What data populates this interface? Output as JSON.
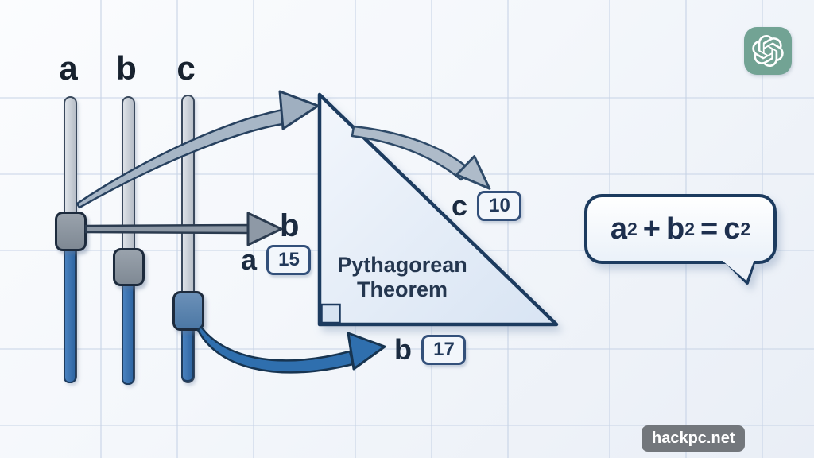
{
  "sliders": {
    "items": [
      {
        "label": "a",
        "value": "15"
      },
      {
        "label": "b",
        "value": "17"
      },
      {
        "label": "c",
        "value": "10"
      }
    ]
  },
  "triangle": {
    "title_line1": "Pythagorean",
    "title_line2": "Theorem"
  },
  "callouts": {
    "a_label": "a",
    "b_label": "b",
    "c_label": "c",
    "b_pointer": "b"
  },
  "formula": {
    "segments": [
      {
        "base": "a",
        "sup": "2"
      },
      {
        "op": "+"
      },
      {
        "base": "b",
        "sup": "2"
      },
      {
        "op": "="
      },
      {
        "base": "c",
        "sup": "2"
      }
    ]
  },
  "watermark": {
    "text": "hackpc.net"
  },
  "icons": {
    "logo": "chatgpt-knot-icon"
  },
  "colors": {
    "navy": "#1d3a5f",
    "slider_blue": "#3a74b3",
    "arrow_gray": "#8e99a6",
    "arrow_slate": "#a7b6c6",
    "arrow_blue": "#2f6fae",
    "logo_teal": "#72a394",
    "badge_border": "#33507a",
    "background": "#f4f7fb"
  }
}
